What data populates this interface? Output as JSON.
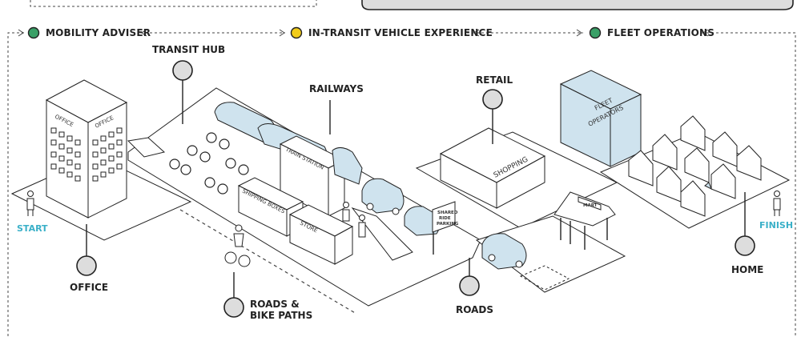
{
  "journey": [
    {
      "label": "MOBILITY ADVISER",
      "dot_color": "#3aa067"
    },
    {
      "label": "IN-TRANSIT VEHICLE EXPERIENCE",
      "dot_color": "#f2cc1a"
    },
    {
      "label": "FLEET OPERATIONS",
      "dot_color": "#3aa067"
    }
  ],
  "locations": {
    "transit_hub": "TRANSIT HUB",
    "railways": "RAILWAYS",
    "retail": "RETAIL",
    "office": "OFFICE",
    "roads_bike_1": "ROADS &",
    "roads_bike_2": "BIKE PATHS",
    "roads": "ROADS",
    "home": "HOME"
  },
  "endpoints": {
    "start": "START",
    "finish": "FINISH"
  },
  "building_labels": {
    "office_left": "OFFICE",
    "office_right": "OFFICE",
    "train_station": "TRAIN STATION",
    "shipping_boxes": "SHIPPING BOXES",
    "store": "STORE",
    "shopping": "SHOPPING",
    "fleet_1": "FLEET",
    "fleet_2": "OPERATORS",
    "mart": "MART",
    "parking_1": "SHARED",
    "parking_2": "RIDE",
    "parking_3": "PARKING"
  },
  "colors": {
    "accent_blue": "#cfe3ee",
    "start_finish": "#3ab0c8"
  }
}
